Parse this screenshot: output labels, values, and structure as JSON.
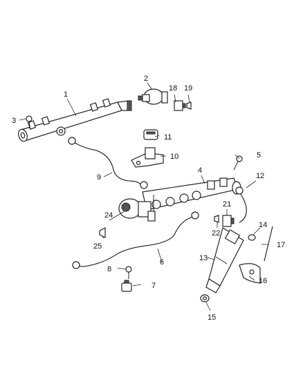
{
  "callouts": {
    "c1": "1",
    "c2": "2",
    "c3": "3",
    "c4": "4",
    "c5": "5",
    "c6": "6",
    "c7": "7",
    "c8": "8",
    "c9": "9",
    "c10": "10",
    "c11": "11",
    "c12": "12",
    "c13": "13",
    "c14": "14",
    "c15": "15",
    "c16": "16",
    "c17": "17",
    "c18": "18",
    "c19": "19",
    "c21": "21",
    "c22": "22",
    "c24": "24",
    "c25": "25"
  }
}
